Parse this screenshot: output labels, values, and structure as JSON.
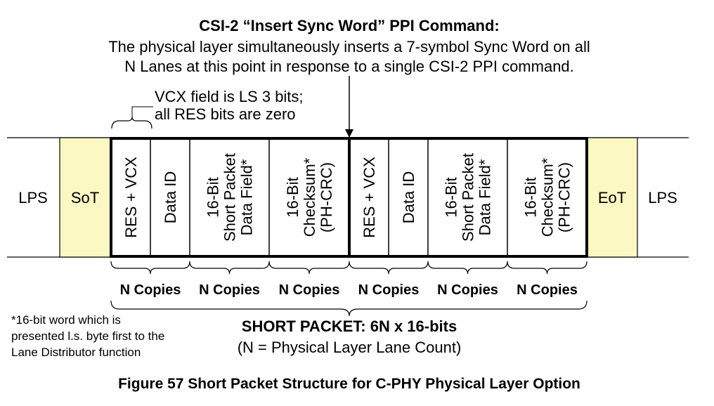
{
  "header": {
    "title": "CSI-2 “Insert Sync Word” PPI Command:",
    "line1": "The physical layer simultaneously inserts a 7-symbol Sync Word on all",
    "line2": "N Lanes at this point in response to a single CSI-2 PPI command."
  },
  "vcx_note": {
    "line1": "VCX field is LS 3 bits;",
    "line2": "all RES bits are zero"
  },
  "lps_left": "LPS",
  "sot": "SoT",
  "eot": "EoT",
  "lps_right": "LPS",
  "fields": [
    {
      "lines": [
        "RES + VCX"
      ]
    },
    {
      "lines": [
        "Data ID"
      ]
    },
    {
      "lines": [
        "16-Bit",
        "Short Packet",
        "Data Field*"
      ]
    },
    {
      "lines": [
        "16-Bit",
        "Checksum*",
        "(PH-CRC)"
      ]
    },
    {
      "lines": [
        "RES + VCX"
      ]
    },
    {
      "lines": [
        "Data ID"
      ]
    },
    {
      "lines": [
        "16-Bit",
        "Short Packet",
        "Data Field*"
      ]
    },
    {
      "lines": [
        "16-Bit",
        "Checksum*",
        "(PH-CRC)"
      ]
    }
  ],
  "copies_label": "N Copies",
  "copies_count": 6,
  "footnote": {
    "line1": "*16-bit word which is",
    "line2": "presented l.s. byte first to the",
    "line3": "Lane Distributor function"
  },
  "packet": {
    "title": "SHORT PACKET: 6N x 16-bits",
    "subtitle": "(N = Physical Layer Lane Count)"
  },
  "caption": "Figure 57 Short Packet Structure for C-PHY Physical Layer Option",
  "colors": {
    "sync_fill": "#fcf8c4"
  }
}
